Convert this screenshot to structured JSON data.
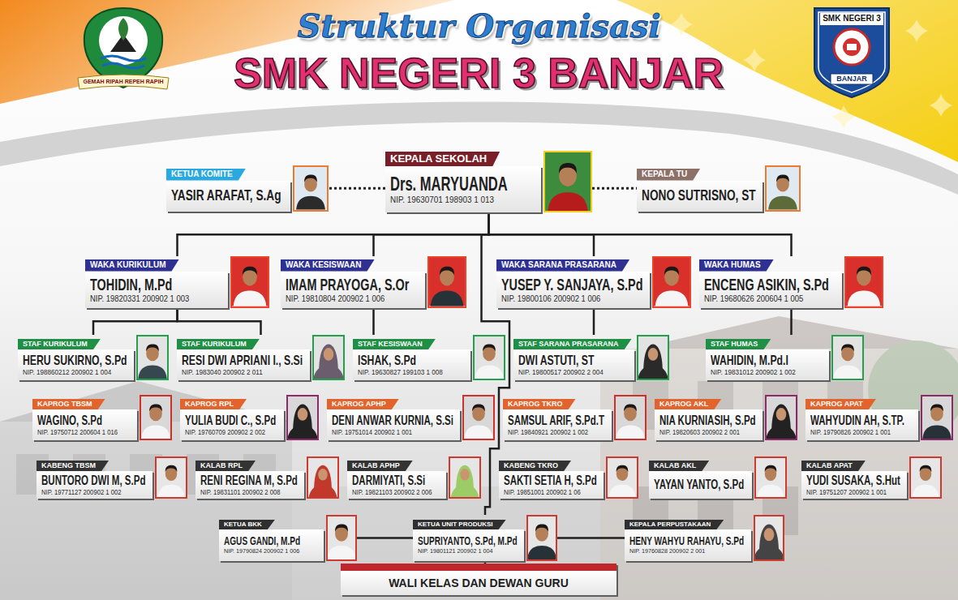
{
  "diagram": {
    "title": "Struktur Organisasi",
    "nodes": [
      {
        "text": [
          "KETUA KOMITE",
          "YASIR ARAFAT, S.Ag"
        ]
      },
      {
        "text": [
          "KEPALA SEKOLAH",
          "Drs. MARYUANDA",
          "NIP. 19630701 198903 1 013"
        ]
      },
      {
        "text": [
          "KEPALA TU",
          "NONO SUTRISNO, ST"
        ]
      },
      {
        "text": [
          "WAKA KURIKULUM",
          "TOHIDIN, M.Pd",
          "NIP. 19820331 200902 1 003"
        ]
      },
      {
        "text": [
          "WAKA KESISWAAN",
          "IMAM PRAYOGA, S.Or",
          "NIP. 19810804 200902 1 006"
        ]
      },
      {
        "text": [
          "WAKA SARANA PRASARANA",
          "YUSEP Y. SANJAYA, S.Pd",
          "NIP. 19800106 200902 1 006"
        ]
      },
      {
        "text": [
          "WAKA HUMAS",
          "ENCENG ASIKIN, S.Pd",
          "NIP. 19680626 200604 1 005"
        ]
      },
      {
        "text": [
          "STAF KURIKULUM",
          "HERU SUKIRNO, S.Pd",
          "NIP. 198860212 200902 1 004"
        ]
      },
      {
        "text": [
          "STAF KURIKULUM",
          "RESI DWI APRIANI I., S.Si",
          "NIP. 1983040 200902 2 011"
        ]
      },
      {
        "text": [
          "STAF KESISWAAN",
          "ISHAK, S.Pd",
          "NIP. 19630827 199103 1 008"
        ]
      },
      {
        "text": [
          "STAF SARANA PRASARANA",
          "DWI ASTUTI, ST",
          "NIP. 19800517 200902 2 004"
        ]
      },
      {
        "text": [
          "STAF HUMAS",
          "WAHIDIN, M.Pd.I",
          "NIP. 19831012 200902 1 002"
        ]
      },
      {
        "text": [
          "KAPROG TBSM",
          "WAGINO, S.Pd",
          "NIP. 19750712 200604 1 016"
        ]
      },
      {
        "text": [
          "KAPROG RPL",
          "YULIA BUDI C., S.Pd",
          "NIP. 19760709 200902 2 002"
        ]
      },
      {
        "text": [
          "KAPROG APHP",
          "DENI ANWAR KURNIA, S.Si",
          "NIP. 19751014 200902 1 001"
        ]
      },
      {
        "text": [
          "KAPROG TKRO",
          "SAMSUL ARIF, S.Pd.T",
          "NIP. 19840921 200902 1 002"
        ]
      },
      {
        "text": [
          "KAPROG AKL",
          "NIA KURNIASIH, S.Pd",
          "NIP. 19820603 200902 2 001"
        ]
      },
      {
        "text": [
          "KAPROG APAT",
          "WAHYUDIN AH, S.TP.",
          "NIP. 19790826 200902 1 001"
        ]
      },
      {
        "text": [
          "KABENG TBSM",
          "BUNTORO DWI M, S.Pd",
          "NIP. 19771127 200902 1 002"
        ]
      },
      {
        "text": [
          "KALAB RPL",
          "RENI REGINA M, S.Pd",
          "NIP. 19831101 200902 2 008"
        ]
      },
      {
        "text": [
          "KALAB APHP",
          "DARMIYATI, S.Si",
          "NIP. 19821103 200902 2 006"
        ]
      },
      {
        "text": [
          "KABENG TKRO",
          "SAKTI SETIA H, S.Pd",
          "NIP. 19851001 200902 1 06"
        ]
      },
      {
        "text": [
          "KALAB AKL",
          "YAYAN YANTO, S.Pd"
        ]
      },
      {
        "text": [
          "KALAB APAT",
          "YUDI SUSAKA, S.Hut",
          "NIP. 19751207 200902 1 001"
        ]
      },
      {
        "text": [
          "KETUA BKK",
          "AGUS GANDI, M.Pd",
          "NIP. 19790824 200902 1 006"
        ]
      },
      {
        "text": [
          "KETUA UNIT PRODUKSI",
          "SUPRIYANTO, S.Pd, M.Pd",
          "NIP. 19801121 200902 1 004"
        ]
      },
      {
        "text": [
          "KEPALA PERPUSTAKAAN",
          "HENY WAHYU RAHAYU, S.Pd",
          "NIP. 19760828 200902 2 001"
        ]
      },
      {
        "text": [
          "WALI KELAS DAN DEWAN GURU"
        ]
      }
    ],
    "edges": [
      {
        "from": 1,
        "to": 0,
        "arrow": "none"
      },
      {
        "from": 1,
        "to": 2,
        "arrow": "none"
      },
      {
        "from": 1,
        "to": 3,
        "arrow": "none"
      },
      {
        "from": 1,
        "to": 4,
        "arrow": "none"
      },
      {
        "from": 1,
        "to": 5,
        "arrow": "none"
      },
      {
        "from": 1,
        "to": 6,
        "arrow": "none"
      },
      {
        "from": 3,
        "to": 7,
        "arrow": "none"
      },
      {
        "from": 3,
        "to": 8,
        "arrow": "none"
      },
      {
        "from": 4,
        "to": 9,
        "arrow": "none"
      },
      {
        "from": 5,
        "to": 10,
        "arrow": "none"
      },
      {
        "from": 6,
        "to": 11,
        "arrow": "none"
      },
      {
        "from": 1,
        "to": 25,
        "arrow": "none"
      },
      {
        "from": 25,
        "to": 24,
        "arrow": "none"
      },
      {
        "from": 25,
        "to": 26,
        "arrow": "none"
      },
      {
        "from": 25,
        "to": 27,
        "arrow": "none"
      }
    ],
    "labels": [
      "SMK NEGERI 3 BANJAR",
      "GEMAH RIPAH REPEH RAPIH",
      "SMK NEGERI 3",
      "BANJAR"
    ]
  }
}
